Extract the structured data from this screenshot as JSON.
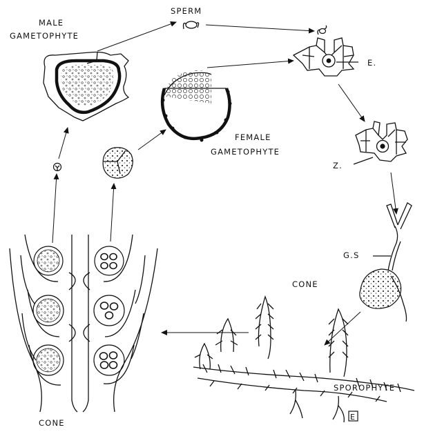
{
  "labels": {
    "sperm": "SPERM",
    "male_line1": "MALE",
    "male_line2": "GAMETOPHYTE",
    "female_line1": "FEMALE",
    "female_line2": "GAMETOPHYTE",
    "egg": "E.",
    "zygote": "Z.",
    "gs": "G.S",
    "cone_top": "CONE",
    "cone_bottom": "CONE",
    "sporophyte": "SPOROPHYTE",
    "mark": "E"
  }
}
